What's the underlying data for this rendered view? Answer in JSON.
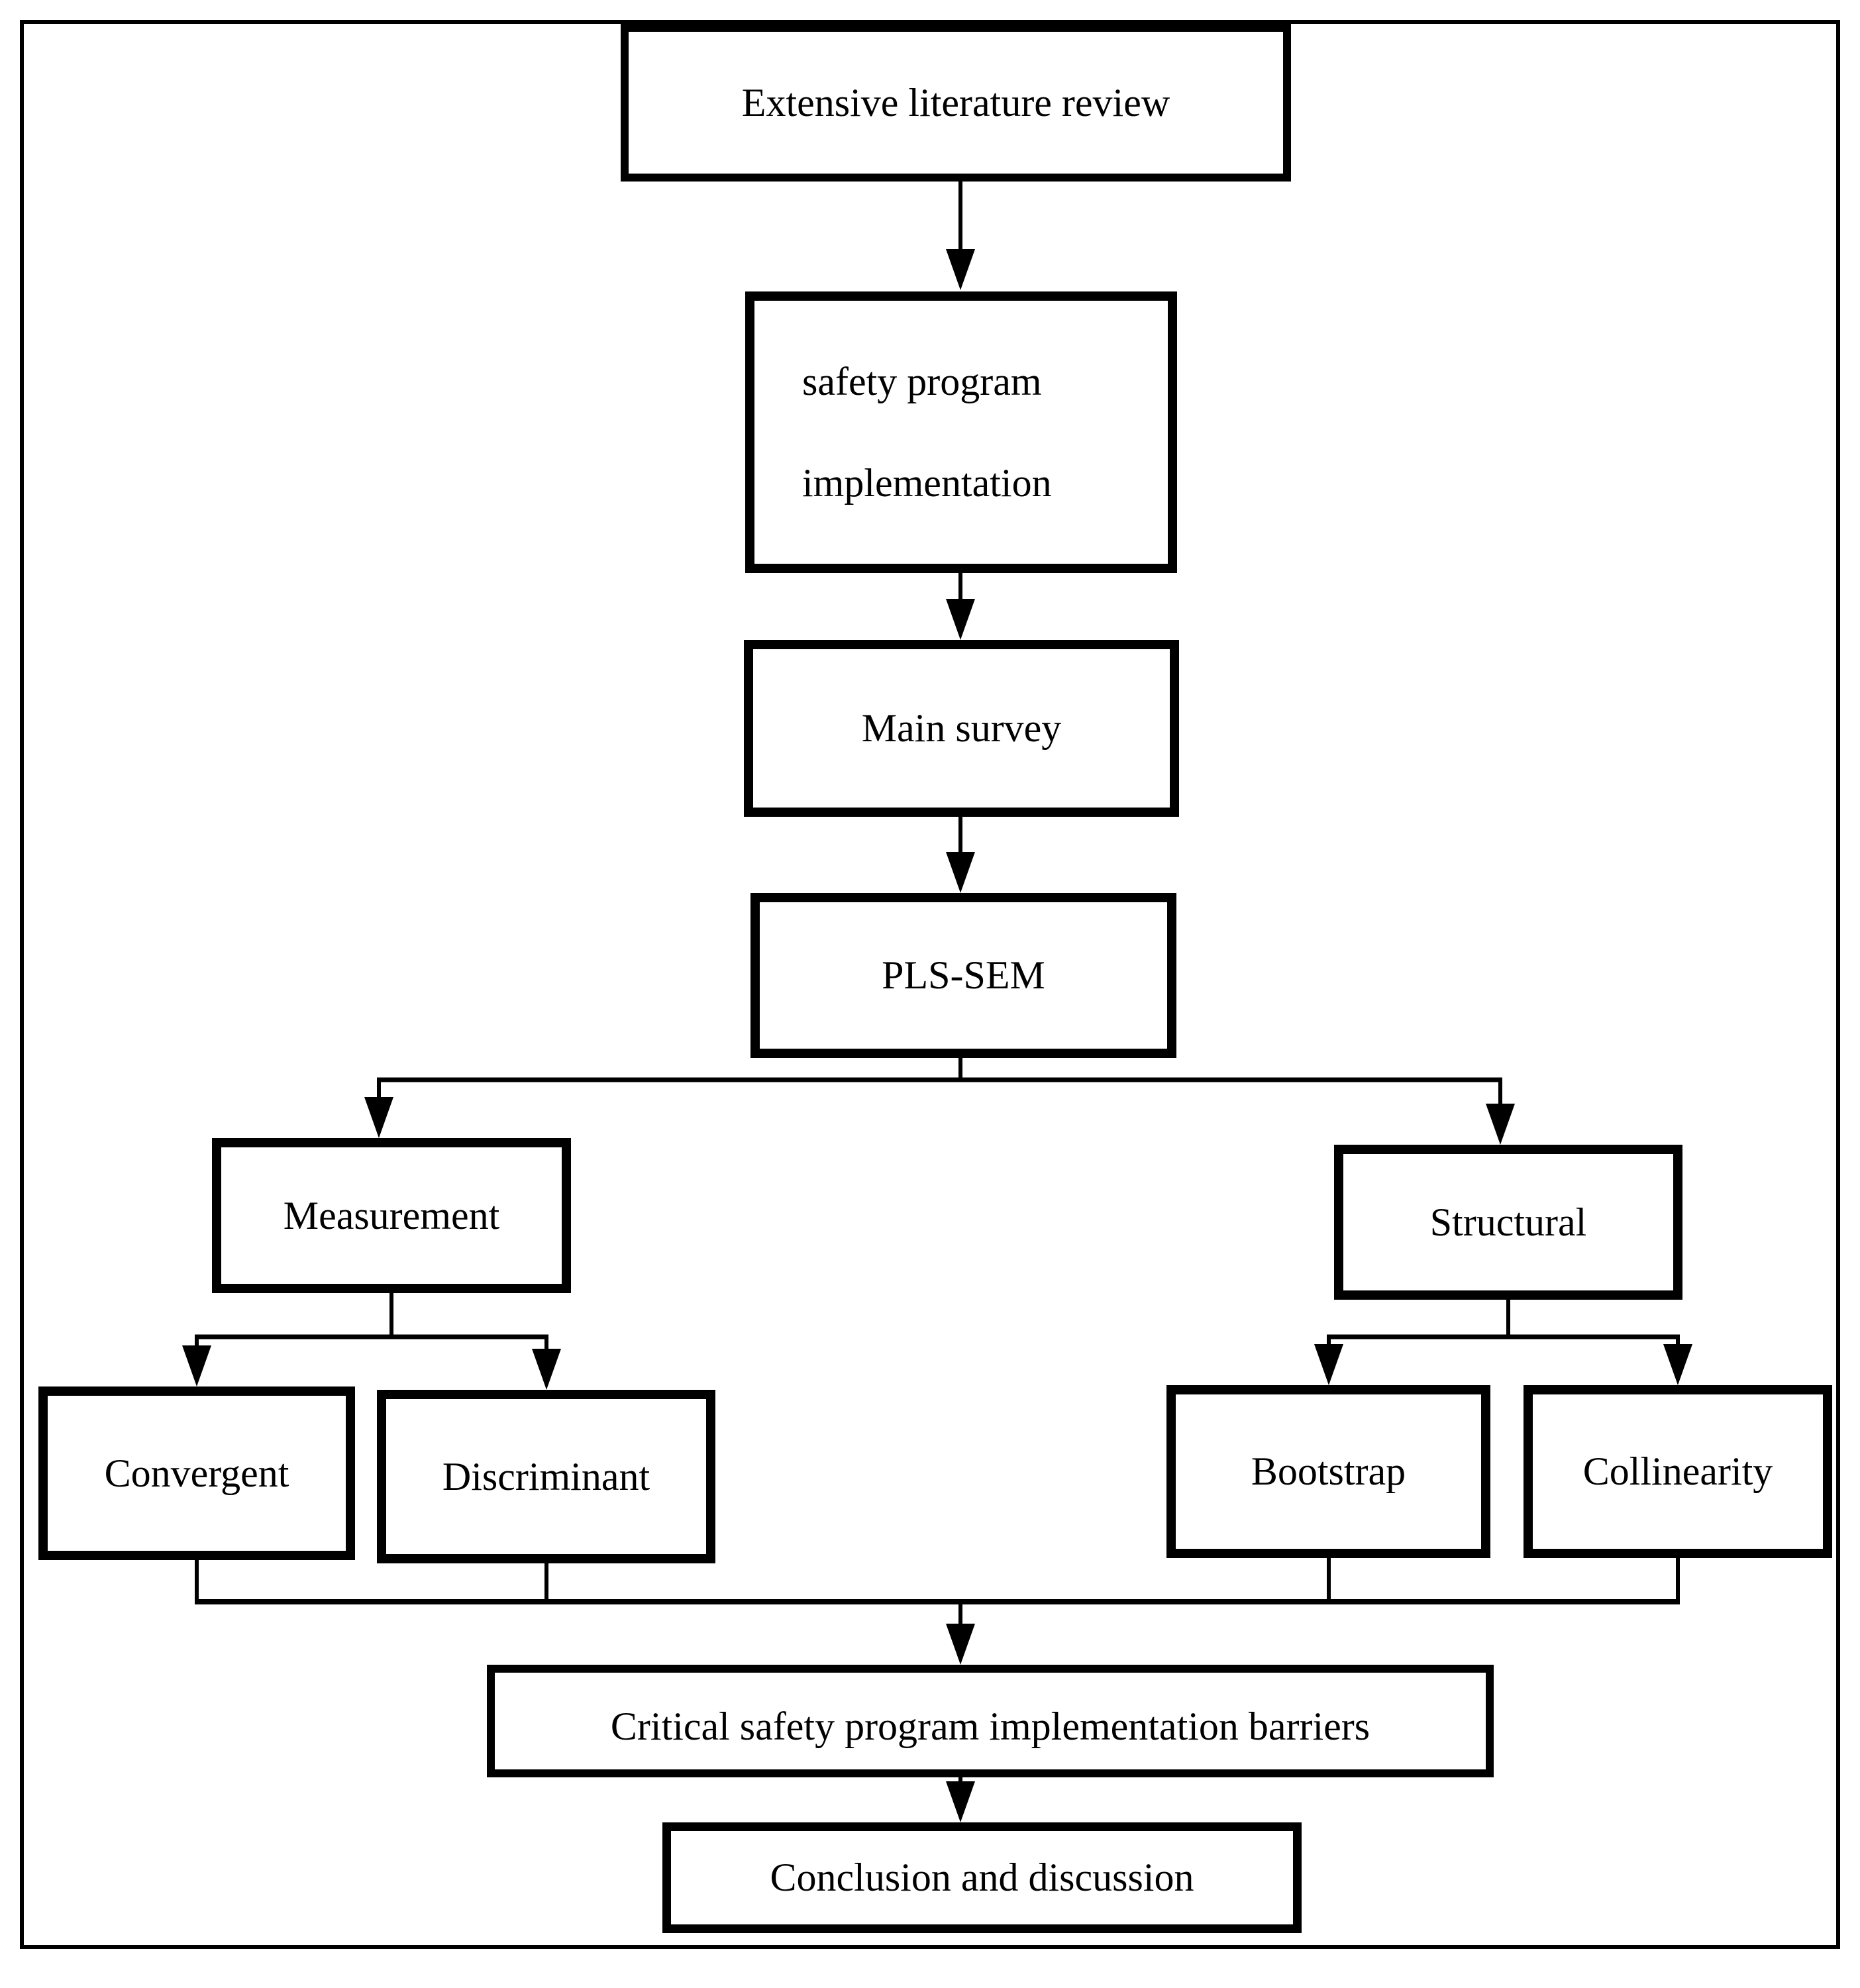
{
  "nodes": {
    "literature_review": {
      "label": "Extensive literature review"
    },
    "safety_program_implementation": {
      "lines": [
        "safety program",
        "implementation"
      ]
    },
    "main_survey": {
      "label": "Main survey"
    },
    "pls_sem": {
      "label": "PLS-SEM"
    },
    "measurement": {
      "label": "Measurement"
    },
    "structural": {
      "label": "Structural"
    },
    "convergent": {
      "label": "Convergent"
    },
    "discriminant": {
      "label": "Discriminant"
    },
    "bootstrap": {
      "label": "Bootstrap"
    },
    "collinearity": {
      "label": "Collinearity"
    },
    "critical_barriers": {
      "label": "Critical safety program implementation barriers"
    },
    "conclusion": {
      "label": "Conclusion and discussion"
    }
  },
  "colors": {
    "line": "#000000",
    "box_border": "#000000",
    "text": "#000000",
    "background": "#ffffff"
  }
}
